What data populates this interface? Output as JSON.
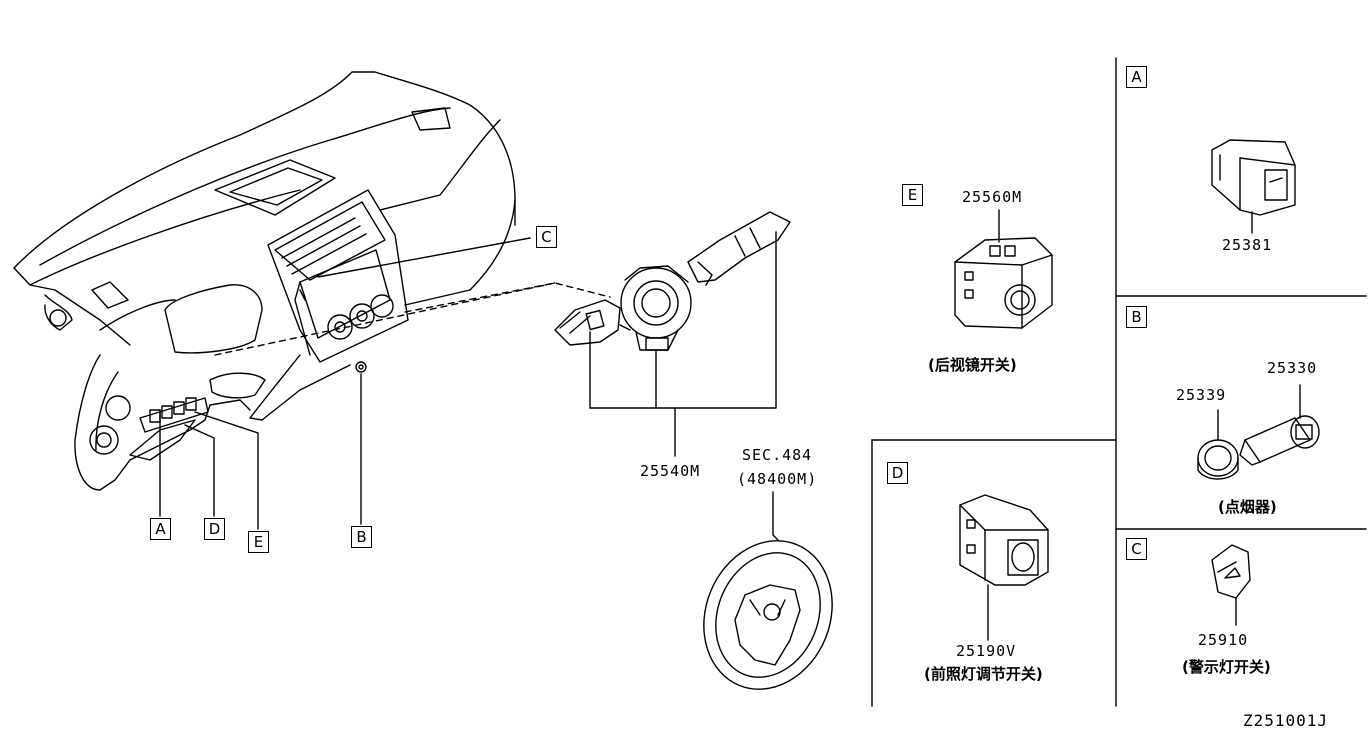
{
  "callouts": {
    "dash_A": "A",
    "dash_B": "B",
    "dash_C": "C",
    "dash_D": "D",
    "dash_E": "E",
    "panel_A": "A",
    "panel_B": "B",
    "panel_C": "C",
    "panel_D": "D",
    "panel_E": "E"
  },
  "parts": {
    "combination_switch": "25540M",
    "mirror_switch": "25560M",
    "switch_A": "25381",
    "cigar_lighter": "25330",
    "lighter_socket": "25339",
    "hazard_switch": "25910",
    "headlamp_leveling": "25190V"
  },
  "captions": {
    "mirror_switch": "(后视镜开关)",
    "cigar_lighter": "(点烟器)",
    "hazard_switch": "(警示灯开关)",
    "headlamp_leveling": "(前照灯调节开关)"
  },
  "steering_ref": {
    "sec": "SEC.484",
    "part": "(48400M)"
  },
  "figure_id": "Z251001J",
  "colors": {
    "line": "#000000",
    "background": "#ffffff"
  }
}
